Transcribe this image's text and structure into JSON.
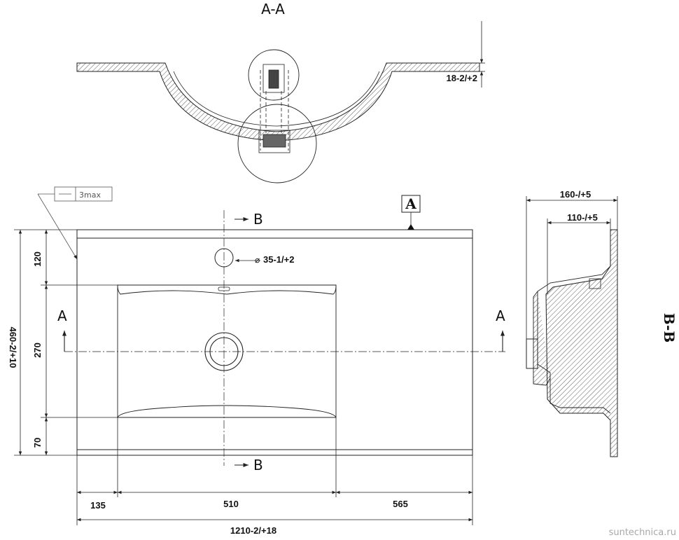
{
  "section_aa": {
    "title": "A-A",
    "thickness": "18-2/+2"
  },
  "datum_label": "A",
  "flatness_tolerance": "3max",
  "section_markers": {
    "b_top": "B",
    "b_bottom": "B",
    "a_left": "A",
    "a_right": "A"
  },
  "hole_dim": "35-1/+2",
  "depth_dims": {
    "overall": "460-2/+10",
    "back": "120",
    "bowl": "270",
    "front": "70"
  },
  "width_dims": {
    "left": "135",
    "bowl": "510",
    "right": "565",
    "overall": "1210-2/+18"
  },
  "section_bb": {
    "title": "B-B",
    "outer": "160-/+5",
    "inner": "110-/+5"
  },
  "watermark": "suntechnica.ru",
  "colors": {
    "line": "#222222",
    "hatch": "#333333",
    "watermark": "#a8a8a8"
  }
}
